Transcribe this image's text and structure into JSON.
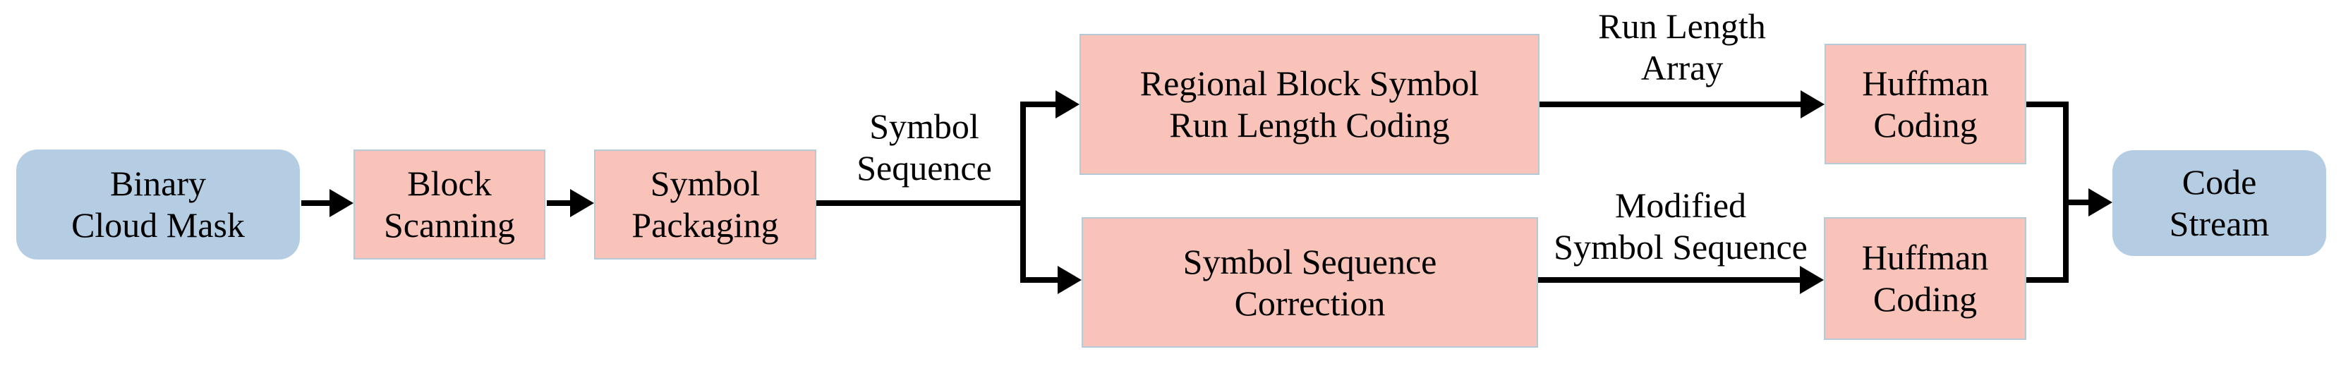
{
  "diagram": {
    "nodes": {
      "binary_cloud_mask": {
        "label": "Binary\nCloud Mask"
      },
      "block_scanning": {
        "label": "Block\nScanning"
      },
      "symbol_packaging": {
        "label": "Symbol\nPackaging"
      },
      "regional_block_run_length": {
        "label": "Regional Block Symbol\nRun Length Coding"
      },
      "symbol_sequence_correction": {
        "label": "Symbol Sequence\nCorrection"
      },
      "huffman_coding_top": {
        "label": "Huffman\nCoding"
      },
      "huffman_coding_bottom": {
        "label": "Huffman\nCoding"
      },
      "code_stream": {
        "label": "Code\nStream"
      }
    },
    "edge_labels": {
      "symbol_sequence": "Symbol\nSequence",
      "run_length_array": "Run Length\nArray",
      "modified_symbol_sequence": "Modified\nSymbol Sequence"
    },
    "colors": {
      "endpoint_fill": "#b5cde3",
      "process_fill": "#f9c3b9",
      "process_border": "#b6c9d6",
      "connector": "#000000",
      "text": "#000000",
      "background": "#ffffff"
    }
  }
}
